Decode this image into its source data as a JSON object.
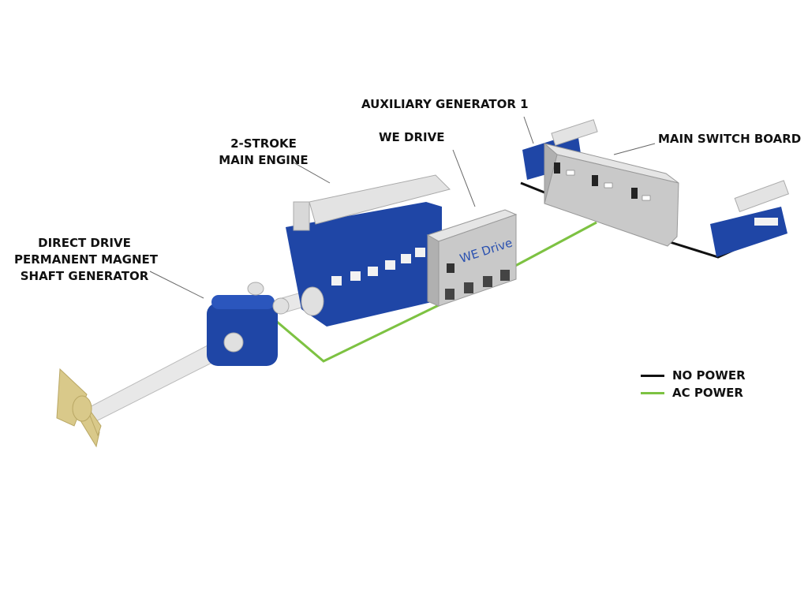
{
  "labels": {
    "shaft_generator": [
      "DIRECT DRIVE",
      "PERMANENT MAGNET",
      "SHAFT GENERATOR"
    ],
    "main_engine": [
      "2-STROKE",
      "MAIN ENGINE"
    ],
    "we_drive": "WE DRIVE",
    "aux_generator": "AUXILIARY GENERATOR 1",
    "main_switch_board": "MAIN SWITCH BOARD"
  },
  "we_drive_panel_text": "WE Drive",
  "legend": [
    {
      "label": "NO POWER",
      "color": "#111111"
    },
    {
      "label": "AC POWER",
      "color": "#7dc242"
    }
  ],
  "colors": {
    "equipment_blue": "#1f46a6",
    "panel_grey": "#c9c9c9",
    "shaft": "#e6e6e6",
    "propeller": "#d9c98a"
  }
}
